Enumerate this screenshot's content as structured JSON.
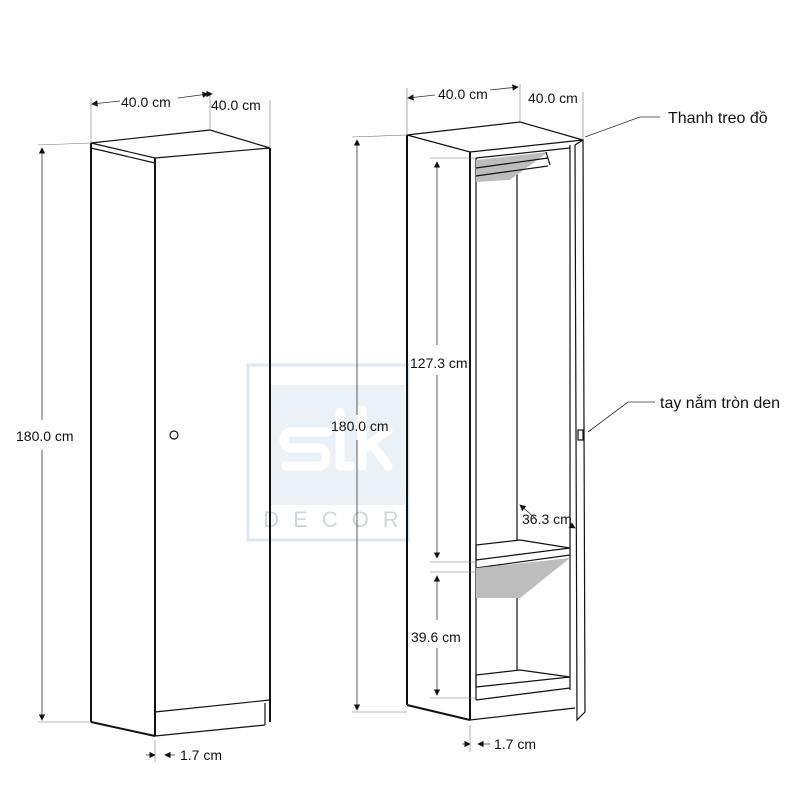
{
  "left_cabinet": {
    "width_label": "40.0 cm",
    "depth_label": "40.0 cm",
    "height_label": "180.0 cm",
    "plinth_label": "1.7 cm"
  },
  "right_cabinet": {
    "width_label": "40.0 cm",
    "depth_label": "40.0 cm",
    "height_label": "180.0 cm",
    "upper_compartment_label": "127.3 cm",
    "shelf_depth_label": "36.3 cm",
    "lower_compartment_label": "39.6 cm",
    "plinth_label": "1.7 cm"
  },
  "callouts": {
    "hanging_rail": "Thanh treo đồ",
    "round_handle": "tay nắm tròn den"
  },
  "watermark": {
    "text": "DECOR",
    "logo": "stk"
  },
  "colors": {
    "line": "#111111",
    "shade": "#bdbdbd",
    "watermark": "#dce9f3"
  }
}
